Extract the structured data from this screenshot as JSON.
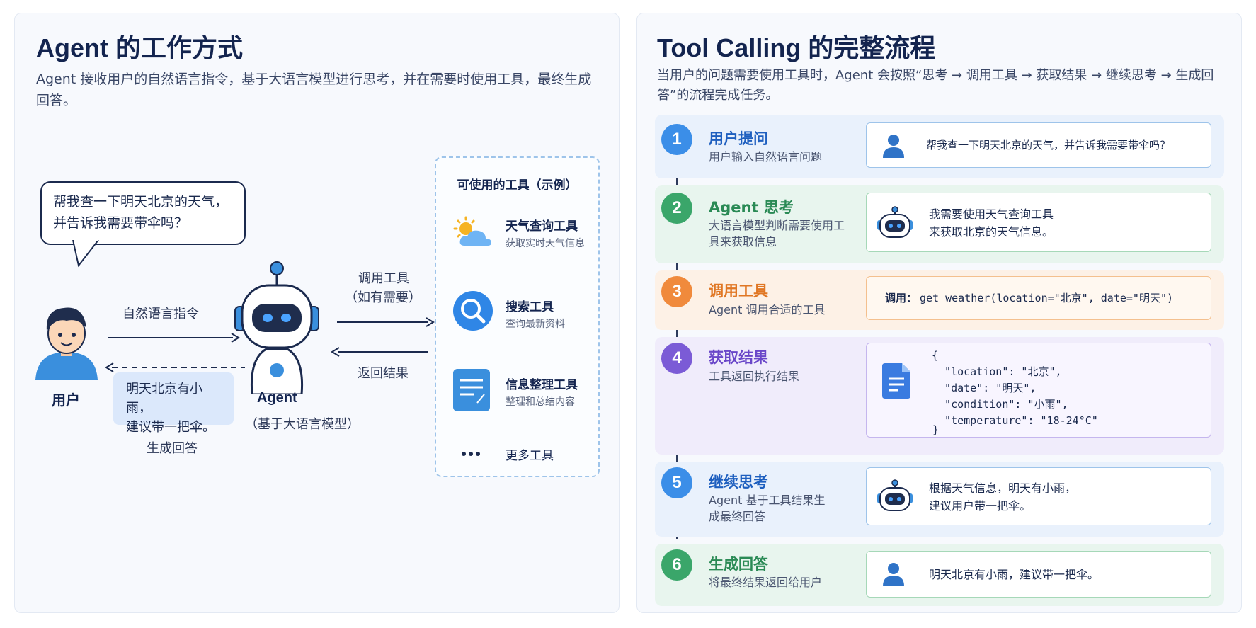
{
  "left": {
    "title": "Agent 的工作方式",
    "description": "Agent 接收用户的自然语言指令，基于大语言模型进行思考，并在需要时使用工具，最终生成回答。",
    "user_bubble_line1": "帮我查一下明天北京的天气，",
    "user_bubble_line2": "并告诉我需要带伞吗？",
    "user_label": "用户",
    "agent_label": "Agent",
    "agent_sublabel": "（基于大语言模型）",
    "arrow_instruction": "自然语言指令",
    "arrow_call_line1": "调用工具",
    "arrow_call_line2": "（如有需要）",
    "arrow_return": "返回结果",
    "answer_line1": "明天北京有小雨，",
    "answer_line2": "建议带一把伞。",
    "answer_caption": "生成回答",
    "tools": {
      "title": "可使用的工具（示例）",
      "items": [
        {
          "name": "天气查询工具",
          "desc": "获取实时天气信息",
          "icon": "weather-icon"
        },
        {
          "name": "搜索工具",
          "desc": "查询最新资料",
          "icon": "search-icon"
        },
        {
          "name": "信息整理工具",
          "desc": "整理和总结内容",
          "icon": "document-icon"
        },
        {
          "name": "更多工具",
          "desc": "",
          "icon": "more-icon"
        }
      ]
    }
  },
  "right": {
    "title": "Tool Calling 的完整流程",
    "description": "当用户的问题需要使用工具时，Agent 会按照“思考 → 调用工具 → 获取结果 → 继续思考 → 生成回答”的流程完成任务。",
    "steps": [
      {
        "num": "1",
        "title": "用户提问",
        "desc": "用户输入自然语言问题",
        "box": "帮我查一下明天北京的天气，并告诉我需要带伞吗？",
        "color": "#3b8ee8"
      },
      {
        "num": "2",
        "title": "Agent 思考",
        "desc": "大语言模型判断需要使用工具来获取信息",
        "box_line1": "我需要使用天气查询工具",
        "box_line2": "来获取北京的天气信息。",
        "color": "#3aa66a"
      },
      {
        "num": "3",
        "title": "调用工具",
        "desc": "Agent 调用合适的工具",
        "box_prefix": "调用：",
        "box_code": "get_weather(location=\"北京\", date=\"明天\")",
        "color": "#f08a3c"
      },
      {
        "num": "4",
        "title": "获取结果",
        "desc": "工具返回执行结果",
        "json_lines": [
          "{",
          "  \"location\": \"北京\",",
          "  \"date\": \"明天\",",
          "  \"condition\": \"小雨\",",
          "  \"temperature\": \"18-24°C\"",
          "}"
        ],
        "color": "#7b5bd6"
      },
      {
        "num": "5",
        "title": "继续思考",
        "desc": "Agent 基于工具结果生成最终回答",
        "box_line1": "根据天气信息，明天有小雨，",
        "box_line2": "建议用户带一把伞。",
        "color": "#3b8ee8"
      },
      {
        "num": "6",
        "title": "生成回答",
        "desc": "将最终结果返回给用户",
        "box": "明天北京有小雨，建议带一把伞。",
        "color": "#3aa66a"
      }
    ]
  }
}
